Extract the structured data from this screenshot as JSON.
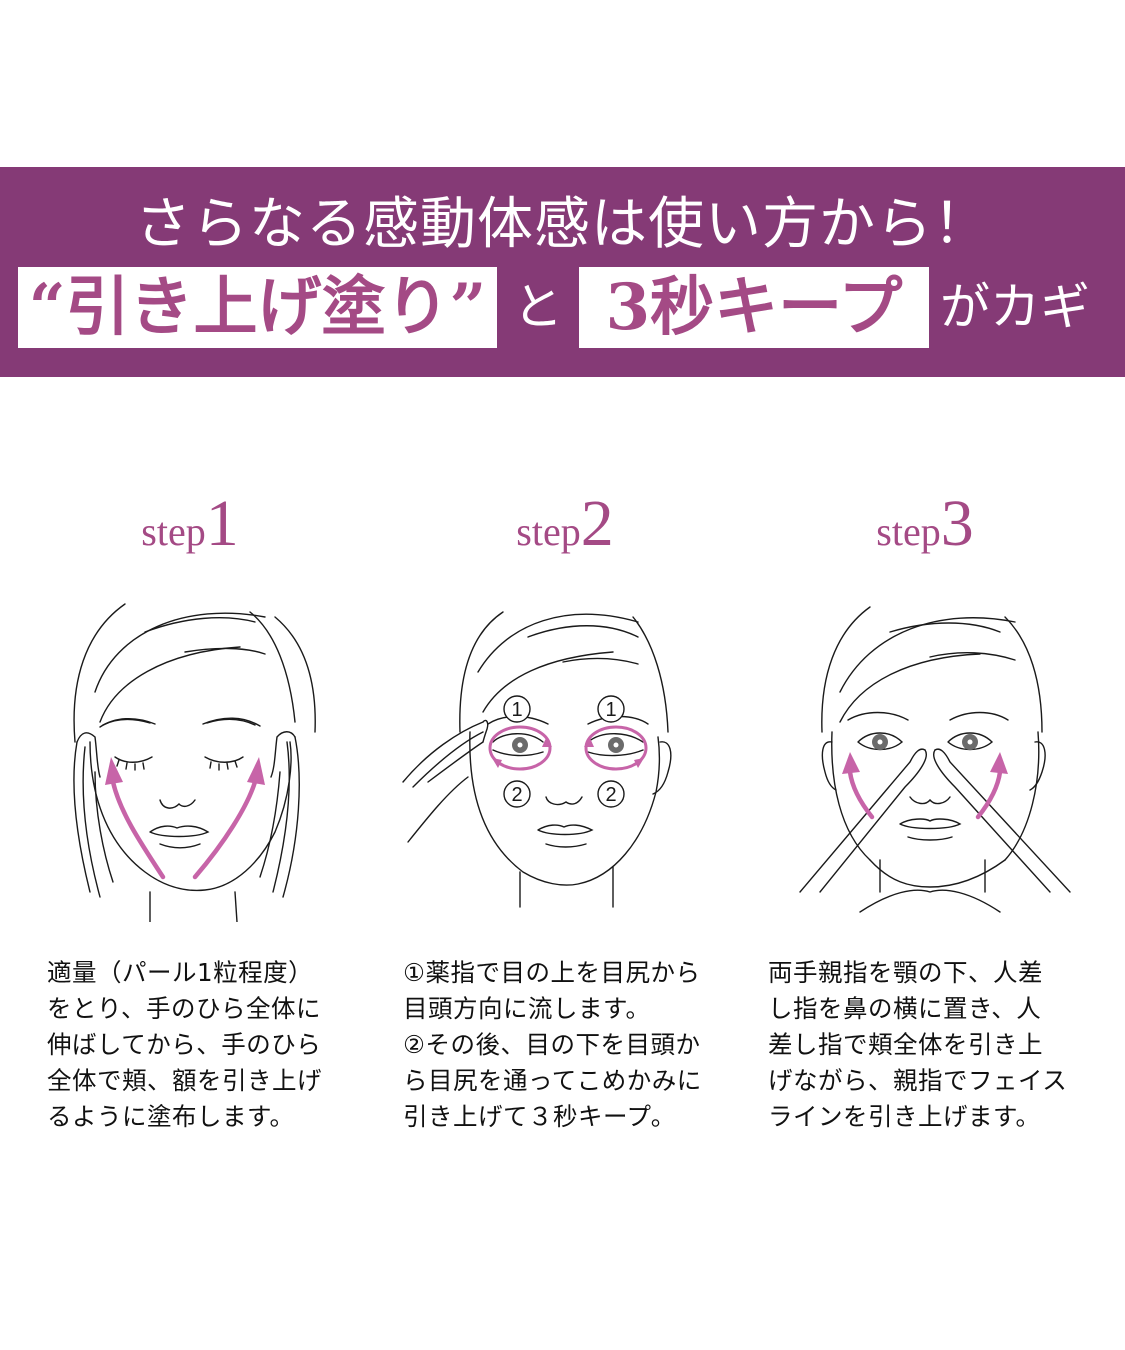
{
  "colors": {
    "banner_bg": "#853a76",
    "accent": "#a44a85",
    "arrow": "#c764a8",
    "text": "#111111",
    "line_art": "#1a1a1a"
  },
  "banner": {
    "headline_line1": "さらなる感動体感は使い方から！",
    "highlight_1": "“引き上げ塗り”",
    "connector": "と",
    "highlight_2": "3秒キープ",
    "suffix": "がカギ"
  },
  "steps": [
    {
      "label_word": "step",
      "label_number": "1",
      "illustration": "face-hands-on-cheeks-upward-arrows",
      "description_lines": [
        "適量（パール1粒程度）",
        "をとり、手のひら全体に",
        "伸ばしてから、手のひら",
        "全体で頬、額を引き上げ",
        "るように塗布します。"
      ]
    },
    {
      "label_word": "step",
      "label_number": "2",
      "illustration": "face-ring-finger-around-eyes",
      "markers": [
        "①",
        "②"
      ],
      "description_lines": [
        "①薬指で目の上を目尻から",
        "目頭方向に流します。",
        "②その後、目の下を目頭か",
        "ら目尻を通ってこめかみに",
        "引き上げて３秒キープ。"
      ]
    },
    {
      "label_word": "step",
      "label_number": "3",
      "illustration": "face-fingers-beside-nose-upward-arrows",
      "description_lines": [
        "両手親指を顎の下、人差",
        "し指を鼻の横に置き、人",
        "差し指で頬全体を引き上",
        "げながら、親指でフェイス",
        "ラインを引き上げます。"
      ]
    }
  ]
}
